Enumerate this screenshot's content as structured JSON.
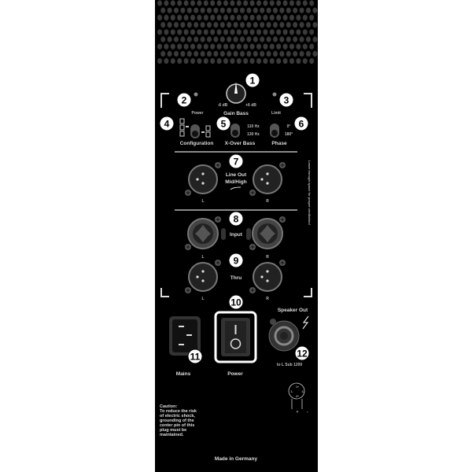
{
  "panel": {
    "background": "#000000",
    "gain": {
      "label": "Gain Bass",
      "min": "-6 dB",
      "max": "+6 dB"
    },
    "power_led": "Power",
    "limit_led": "Limit",
    "configuration": "Configuration",
    "xover": {
      "label": "X-Over Bass",
      "options": [
        "110 Hz",
        "130 Hz"
      ]
    },
    "phase": {
      "label": "Phase",
      "options": [
        "0°",
        "180°"
      ]
    },
    "line_out": {
      "label1": "Line Out",
      "label2": "Mid/High",
      "left": "L",
      "right": "R"
    },
    "input": {
      "label": "Input",
      "left": "L",
      "right": "R"
    },
    "thru": {
      "label": "Thru",
      "left": "L",
      "right": "R"
    },
    "ventilation_note": "Leave enough space for proper ventilation!",
    "mains": "Mains",
    "power_switch": "Power",
    "speaker_out": {
      "label": "Speaker Out",
      "target": "to L Sub 1200"
    },
    "pin_labels": [
      "1+",
      "1-",
      "2-",
      "2+",
      "+",
      "-"
    ],
    "caution": [
      "Caution:",
      "To reduce the risk",
      "of electric shock,",
      "grounding of the",
      "center pin of this",
      "plug must be",
      "maintained."
    ],
    "made_in": "Made in Germany",
    "callouts": [
      "1",
      "2",
      "3",
      "4",
      "5",
      "6",
      "7",
      "8",
      "9",
      "10",
      "11",
      "12"
    ]
  }
}
